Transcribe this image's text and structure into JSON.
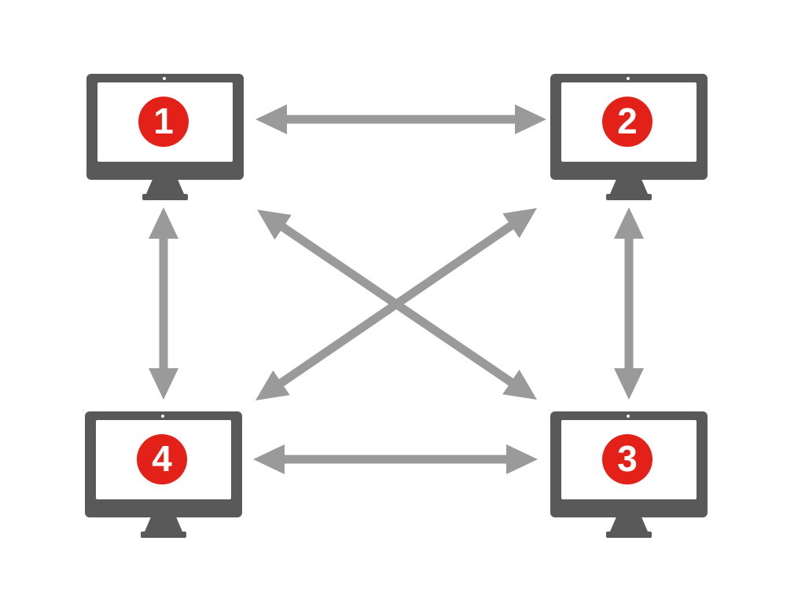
{
  "diagram": {
    "description": "Four numbered computers connected in a full mesh network",
    "nodes": [
      {
        "id": "1",
        "label": "1",
        "position": "top-left",
        "icon": "computer-monitor-icon"
      },
      {
        "id": "2",
        "label": "2",
        "position": "top-right",
        "icon": "computer-monitor-icon"
      },
      {
        "id": "3",
        "label": "3",
        "position": "bottom-right",
        "icon": "computer-monitor-icon"
      },
      {
        "id": "4",
        "label": "4",
        "position": "bottom-left",
        "icon": "computer-monitor-icon"
      }
    ],
    "connections": [
      {
        "from": "1",
        "to": "2",
        "style": "double-headed-arrow",
        "direction": "horizontal"
      },
      {
        "from": "4",
        "to": "3",
        "style": "double-headed-arrow",
        "direction": "horizontal"
      },
      {
        "from": "1",
        "to": "4",
        "style": "double-headed-arrow",
        "direction": "vertical"
      },
      {
        "from": "2",
        "to": "3",
        "style": "double-headed-arrow",
        "direction": "vertical"
      },
      {
        "from": "1",
        "to": "3",
        "style": "double-headed-arrow",
        "direction": "diagonal"
      },
      {
        "from": "2",
        "to": "4",
        "style": "double-headed-arrow",
        "direction": "diagonal"
      }
    ]
  },
  "colors": {
    "background": "#ffffff",
    "monitor": "#595959",
    "screen": "#ffffff",
    "badge": "#e32119",
    "badge_text": "#ffffff",
    "arrow": "#9a9a9a"
  }
}
